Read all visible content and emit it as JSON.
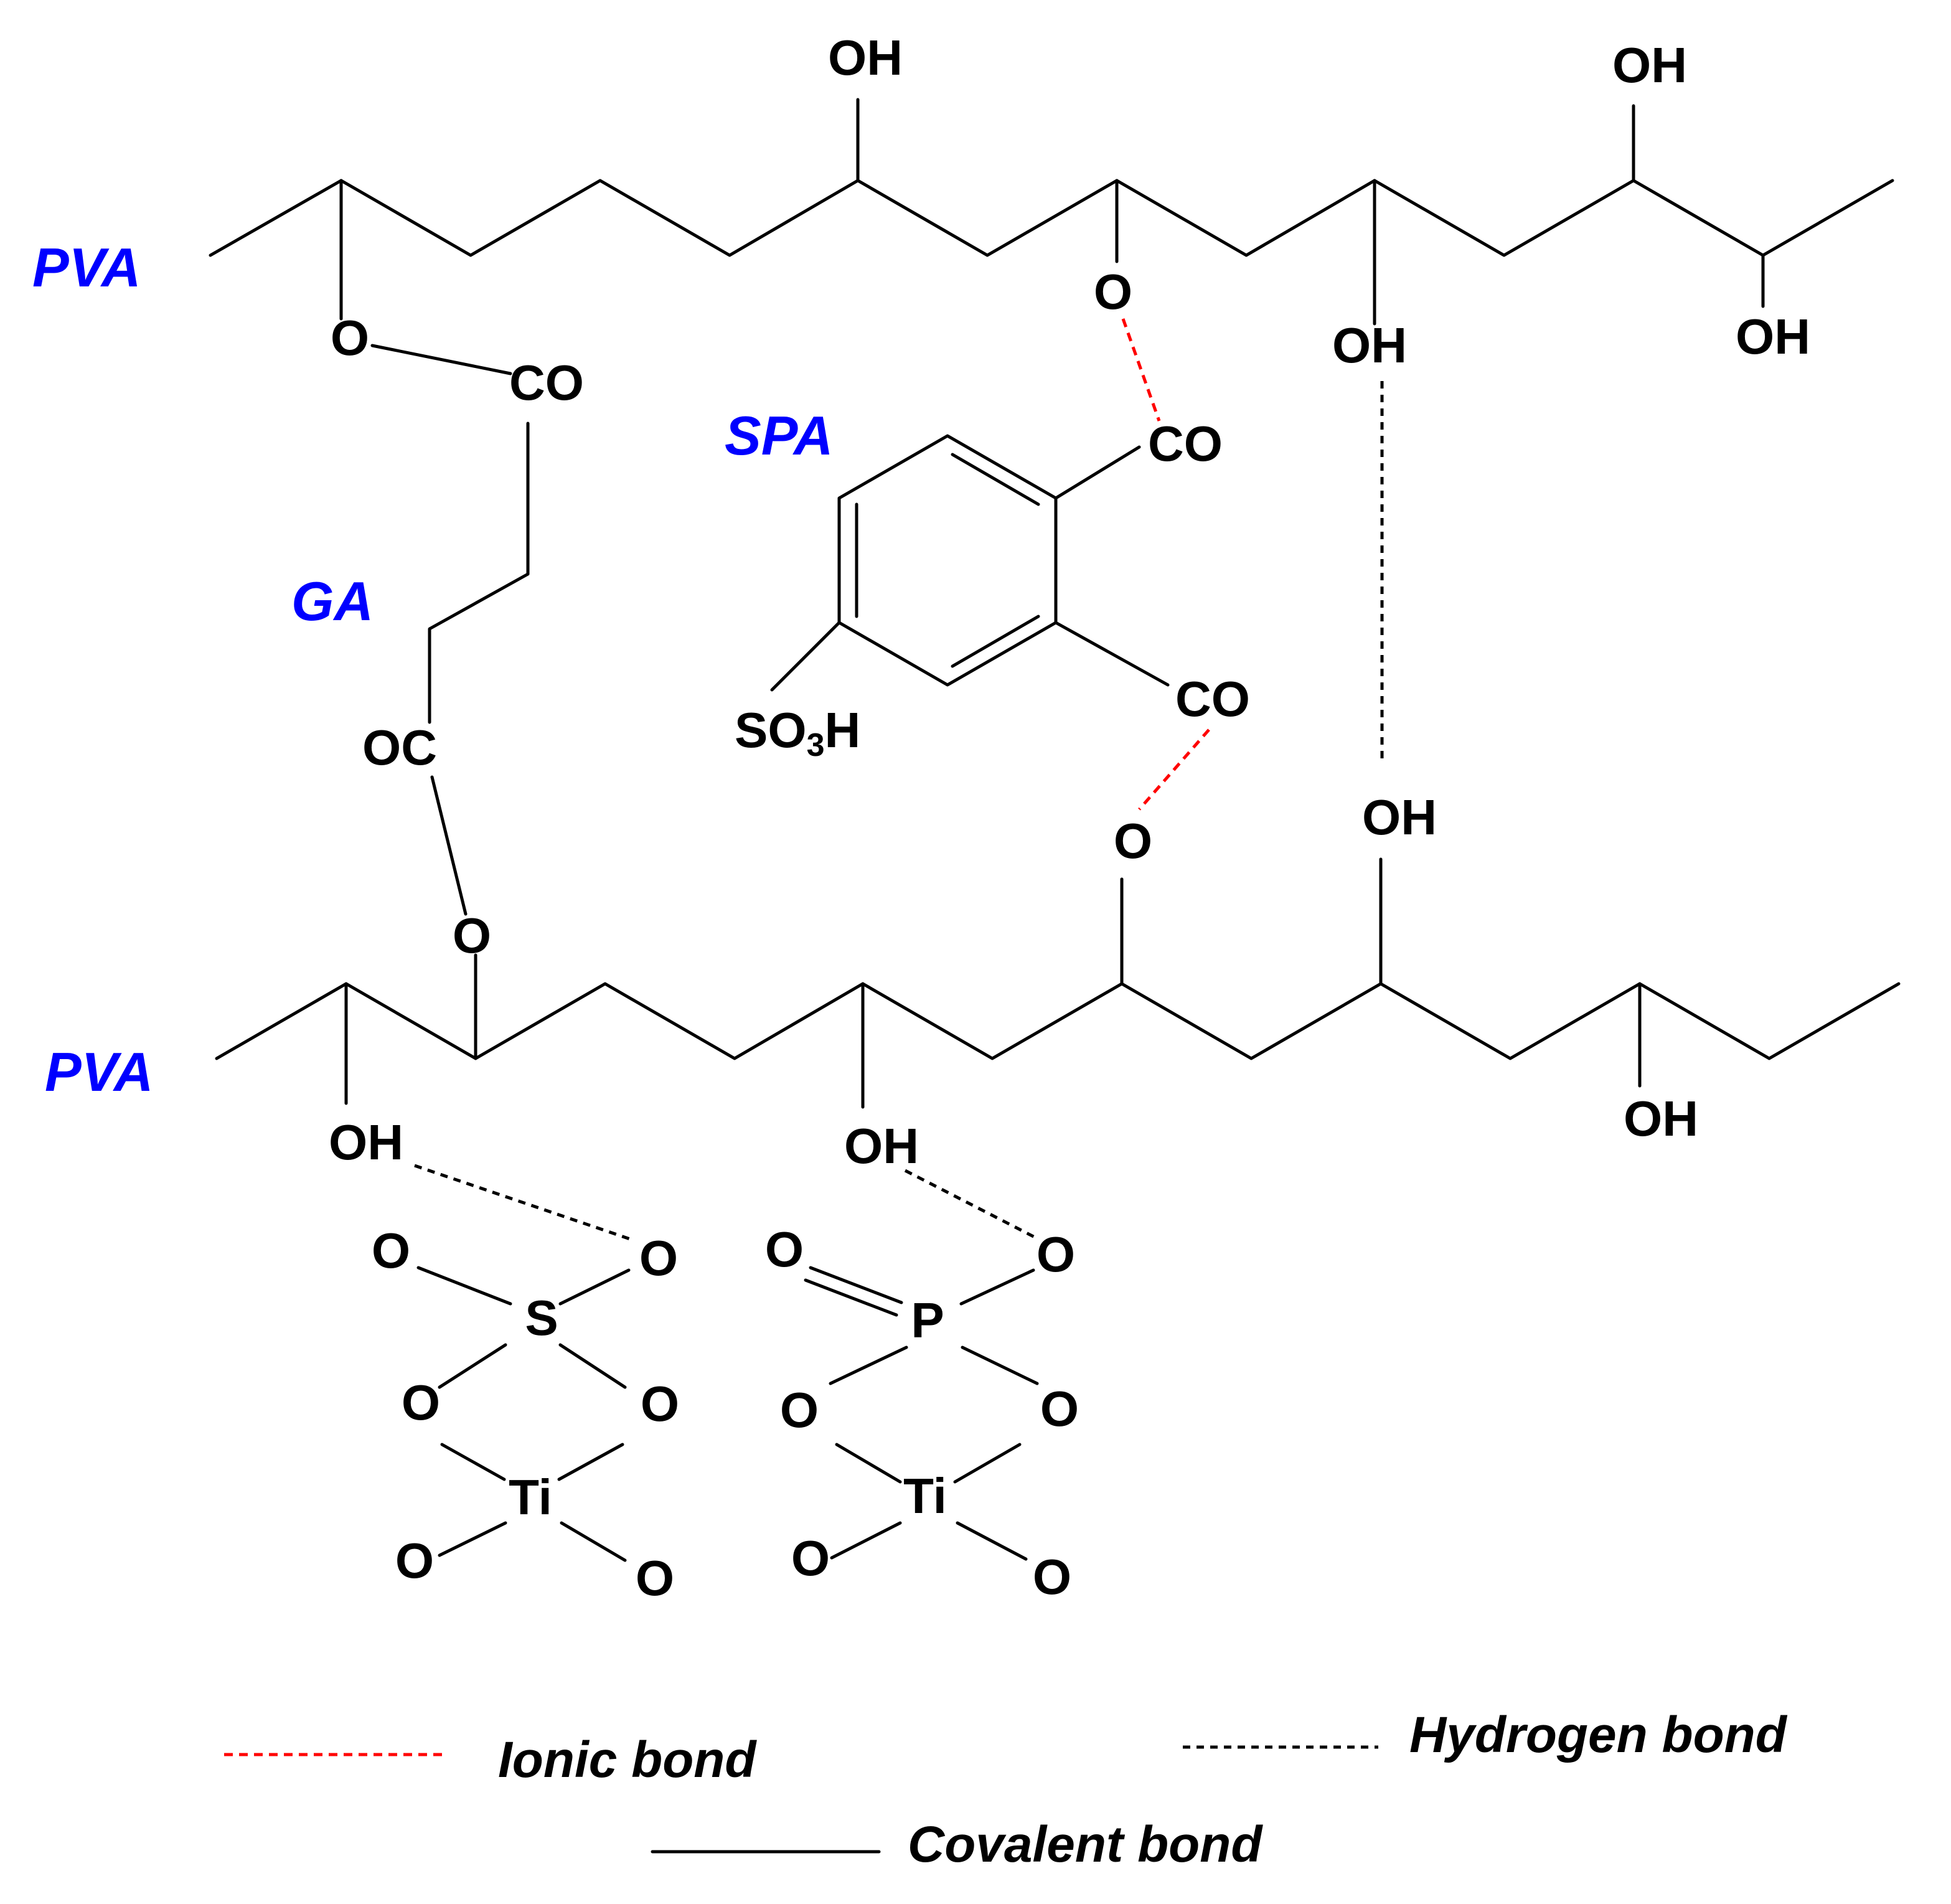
{
  "labels": {
    "pva_top": "PVA",
    "pva_bottom": "PVA",
    "ga": "GA",
    "spa": "SPA"
  },
  "atoms": {
    "oh": "OH",
    "o": "O",
    "co": "CO",
    "oc": "OC",
    "s": "S",
    "p": "P",
    "ti": "Ti",
    "so3h_prefix": "SO",
    "so3h_sub": "3",
    "so3h_suffix": "H"
  },
  "legend": {
    "ionic": "Ionic bond",
    "hydrogen": "Hydrogen bond",
    "covalent": "Covalent bond"
  },
  "colors": {
    "label_blue": "#0000ff",
    "ionic_red": "#ff0000",
    "bond_black": "#000000"
  }
}
